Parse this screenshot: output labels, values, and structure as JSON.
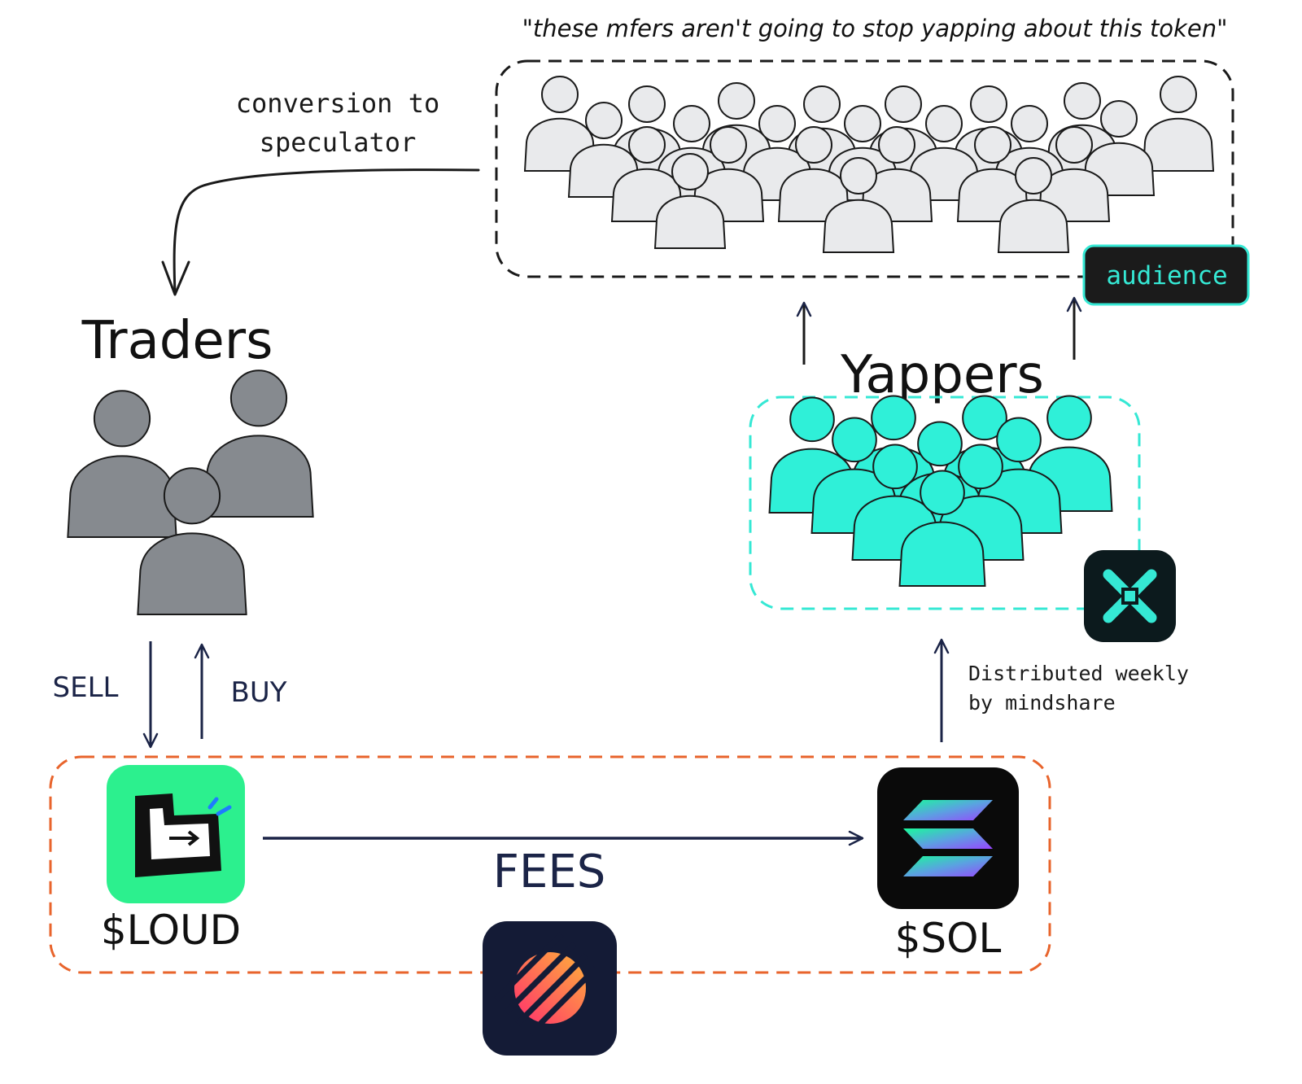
{
  "quote": "\"these mfers aren't going to stop yapping about this token\"",
  "conversion_label_line1": "conversion to",
  "conversion_label_line2": "speculator",
  "audience_label": "audience",
  "traders_title": "Traders",
  "yappers_title": "Yappers",
  "sell_label": "SELL",
  "buy_label": "BUY",
  "distributed_line1": "Distributed weekly",
  "distributed_line2": "by mindshare",
  "fees_label": "FEES",
  "loud_label": "$LOUD",
  "sol_label": "$SOL",
  "colors": {
    "audience_people": "#e9eaec",
    "trader_people": "#868a8f",
    "yapper_people": "#2ff0d8",
    "teal_accent": "#35e8d4",
    "orange_dash": "#e8642c",
    "navy": "#1b2447",
    "loud_green": "#2cf08e"
  },
  "icons": [
    "x-logo-icon",
    "loud-app-icon",
    "solana-icon",
    "launchpad-icon"
  ]
}
